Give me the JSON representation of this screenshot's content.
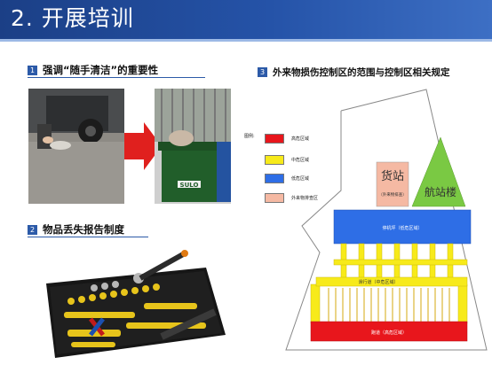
{
  "header": {
    "title": "2. 开展培训"
  },
  "sections": [
    {
      "number": "1",
      "label": "强调“随手清洁”的重要性"
    },
    {
      "number": "2",
      "label": "物品丢失报告制度"
    },
    {
      "number": "3",
      "label": "外来物损伤控制区的范围与控制区相关规定"
    }
  ],
  "photo1": {
    "bin_brand": "SULO"
  },
  "diagram": {
    "legend_title": "图例:",
    "legend": [
      {
        "label": "高危区域",
        "color": "#e8161c"
      },
      {
        "label": "中危区域",
        "color": "#f7ea1a"
      },
      {
        "label": "低危区域",
        "color": "#2e6ee6"
      },
      {
        "label": "外来物排查区",
        "color": "#f5b9a3"
      }
    ],
    "cargo_label": "货站",
    "cargo_sub": "（外来物排查）",
    "terminal_label": "航站楼",
    "apron_label": "停机坪（低危区域）",
    "taxiway_label": "滑行道（中危区域）",
    "runway_label": "跑道（高危区域）"
  }
}
